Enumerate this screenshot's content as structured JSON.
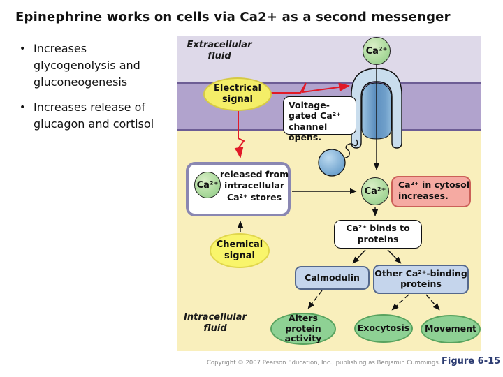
{
  "slide": {
    "title": "Epinephrine works on cells via Ca2+ as a second messenger",
    "bullet_marker": "•",
    "bullets": [
      "Increases glycogenolysis and gluconeogenesis",
      "Increases release of glucagon and cortisol"
    ]
  },
  "diagram": {
    "extracellular_label": "Extracellular fluid",
    "intracellular_label": "Intracellular fluid",
    "ca_ion": "Ca²⁺",
    "electrical_signal": "Electrical signal",
    "voltage_gated_note": "Voltage-gated Ca²⁺ channel opens.",
    "stores_note": "released from intracellular Ca²⁺ stores",
    "cytosol_note": "Ca²⁺ in cytosol increases.",
    "binds_note": "Ca²⁺ binds to proteins",
    "calmodulin": "Calmodulin",
    "other_binding": "Other Ca²⁺-binding proteins",
    "chemical_signal": "Chemical signal",
    "outcomes": [
      "Alters protein activity",
      "Exocytosis",
      "Movement"
    ]
  },
  "footer": {
    "copyright": "Copyright © 2007 Pearson Education, Inc., publishing as Benjamin Cummings.",
    "figure_label": "Figure 6-15"
  },
  "colors": {
    "extracellular_bg": "#ded9e9",
    "membrane_purple": "#b1a3cd",
    "membrane_border": "#6d5d95",
    "intracellular_bg": "#f9efbc",
    "signal_yellow": "#f4ee68",
    "node_green": "#8ed194",
    "ca_green": "#aedb9f",
    "protein_blue": "#c5d5ec",
    "alert_pink": "#f5aaa2",
    "arrow_red": "#e11a28",
    "stores_border": "#8a87b2",
    "channel_blue": "#6f9fca",
    "figure_navy": "#2c3c72"
  }
}
